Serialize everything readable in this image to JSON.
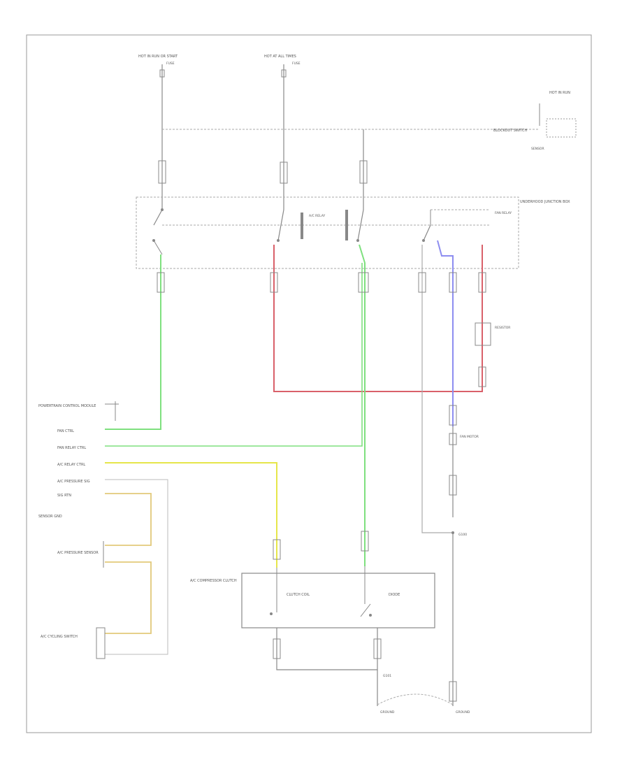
{
  "diagram": {
    "colors": {
      "wire_green": "#7ee07e",
      "wire_red": "#d9606a",
      "wire_yellow": "#e6e64a",
      "wire_blue": "#8d8df0",
      "wire_gray": "#9a9a9a",
      "box_line": "#777777"
    },
    "labels": {
      "fuse_left": "HOT IN RUN OR START",
      "fuse_left_desc": "FUSE",
      "fuse_mid": "HOT AT ALL TIMES",
      "fuse_mid_desc": "FUSE",
      "top_right_header": "HOT IN RUN",
      "top_right_box": "BLOCKOUT SWITCH",
      "relay_box_desc": "UNDERHOOD JUNCTION BOX",
      "relay_left": "A/C RELAY",
      "relay_right": "FAN RELAY",
      "resistor": "RESISTOR",
      "pcm_header": "POWERTRAIN CONTROL MODULE",
      "pin_1": "FAN CTRL",
      "pin_2": "FAN RELAY CTRL",
      "pin_3": "A/C RELAY CTRL",
      "pin_4": "A/C PRESSURE SIG",
      "pin_5": "SIG RTN",
      "pin_6": "SENSOR GND",
      "sensor_1": "A/C PRESSURE SENSOR",
      "sensor_2": "A/C CYCLING SWITCH",
      "compressor_box": "A/C COMPRESSOR CLUTCH",
      "compressor_left": "CLUTCH COIL",
      "compressor_right": "DIODE",
      "fan_motor": "FAN MOTOR",
      "ground_mid": "G100",
      "ground_bottom": "G101",
      "ground_left": "GROUND",
      "ground_right": "GROUND",
      "footnote": ""
    }
  }
}
